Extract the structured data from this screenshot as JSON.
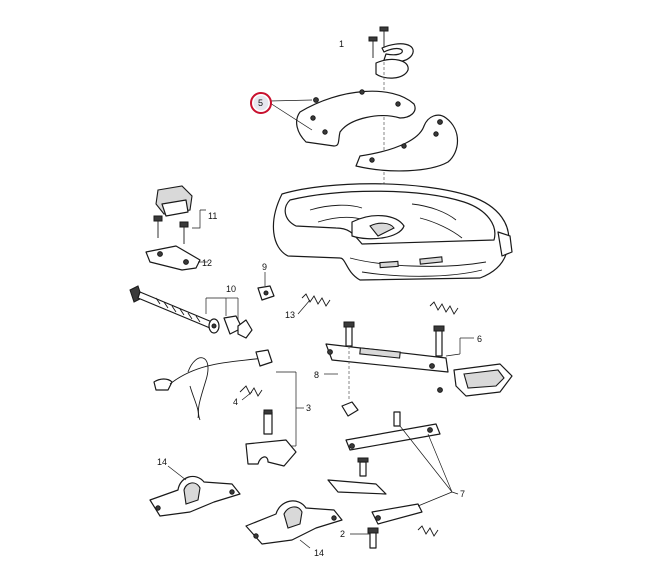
{
  "callouts": {
    "c1": "1",
    "c2": "2",
    "c3": "3",
    "c4": "4",
    "c5": "5",
    "c6": "6",
    "c7": "7",
    "c8": "8",
    "c9": "9",
    "c10": "10",
    "c11": "11",
    "c12": "12",
    "c13": "13",
    "c14a": "14",
    "c14b": "14"
  },
  "colors": {
    "highlight_ring": "#c8102e",
    "highlight_fill": "#e6e6ee"
  }
}
